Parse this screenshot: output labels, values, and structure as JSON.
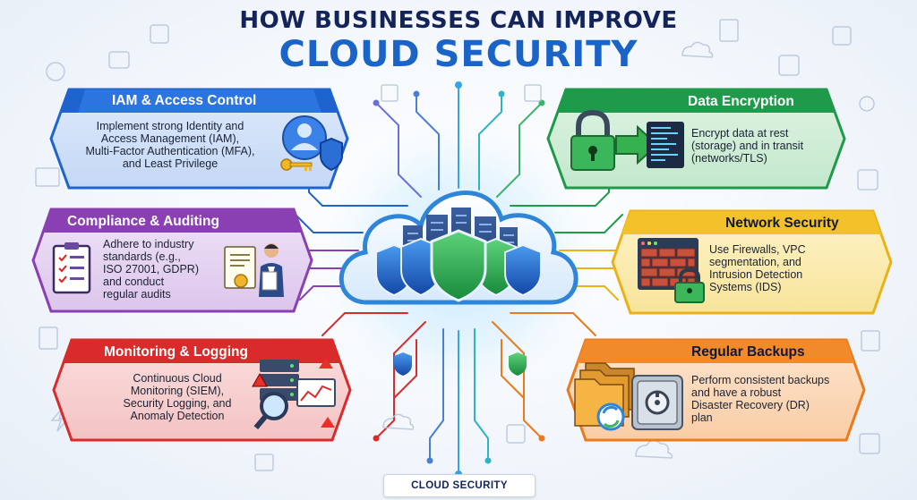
{
  "title": {
    "line1": "HOW BUSINESSES CAN IMPROVE",
    "line2": "CLOUD SECURITY"
  },
  "cards": {
    "iam": {
      "title": "IAM & Access Control",
      "lines": [
        "Implement strong Identity and",
        "Access Management (IAM),",
        "Multi-Factor Authentication (MFA),",
        "and Least Privilege"
      ],
      "color": "#1f63cf",
      "icon": "user-key-shield-icon"
    },
    "compliance": {
      "title": "Compliance & Auditing",
      "lines": [
        "Adhere to industry",
        "standards (e.g.,",
        "ISO 27001, GDPR)",
        "and conduct",
        "regular audits"
      ],
      "color": "#8a3fb3",
      "icon": "checklist-auditor-icon"
    },
    "monitoring": {
      "title": "Monitoring & Logging",
      "lines": [
        "Continuous Cloud",
        "Monitoring (SIEM),",
        "Security Logging, and",
        "Anomaly Detection"
      ],
      "color": "#d92b2b",
      "icon": "server-magnifier-alert-icon"
    },
    "encryption": {
      "title": "Data Encryption",
      "lines": [
        "Encrypt data at rest",
        "(storage) and in transit",
        "(networks/TLS)"
      ],
      "color": "#1f9a4a",
      "icon": "padlock-data-arrow-icon"
    },
    "network": {
      "title": "Network Security",
      "lines": [
        "Use Firewalls, VPC",
        "segmentation, and",
        "Intrusion Detection",
        "Systems (IDS)"
      ],
      "color": "#e9b315",
      "icon": "firewall-lock-icon"
    },
    "backups": {
      "title": "Regular Backups",
      "lines": [
        "Perform consistent backups",
        "and have a robust",
        "Disaster Recovery (DR)",
        "plan"
      ],
      "color": "#ea7a1a",
      "icon": "folders-vault-icon"
    }
  },
  "footer": "CLOUD SECURITY"
}
